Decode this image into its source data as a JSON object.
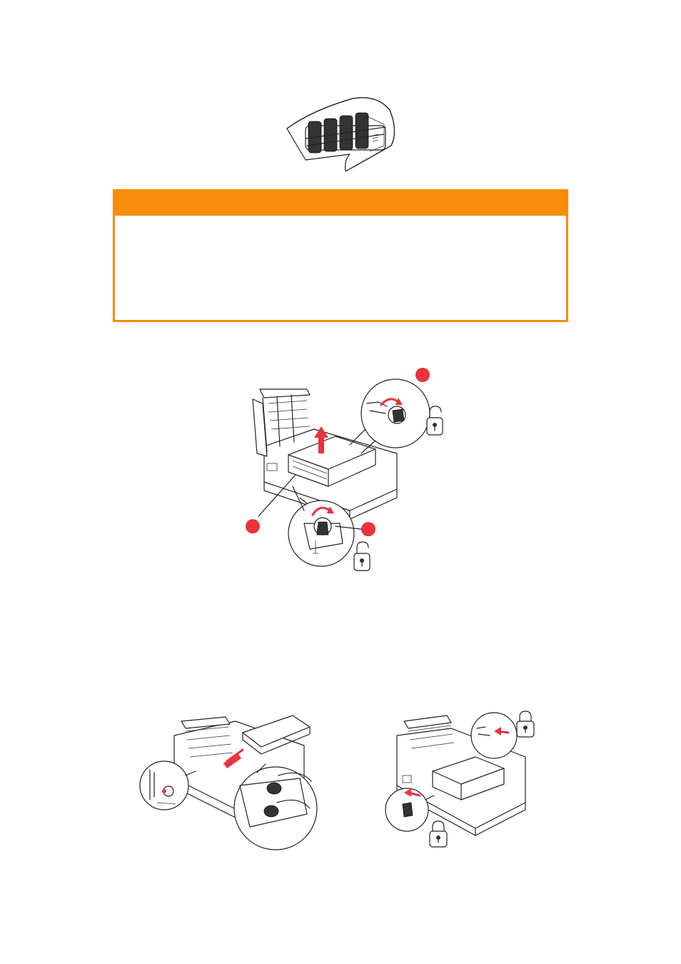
{
  "colors": {
    "caution_accent": "#f98c0a",
    "callout_red": "#e8343a",
    "line_art": "#222222"
  },
  "icons": {
    "lock_open": "open-padlock-icon",
    "lock_closed": "closed-padlock-icon"
  },
  "figures": [
    {
      "name": "image-drum-cartridges-covered"
    },
    {
      "name": "transfer-belt-removal-with-callouts",
      "callouts": 3
    },
    {
      "name": "transfer-belt-insertion"
    },
    {
      "name": "transfer-belt-locking"
    }
  ]
}
